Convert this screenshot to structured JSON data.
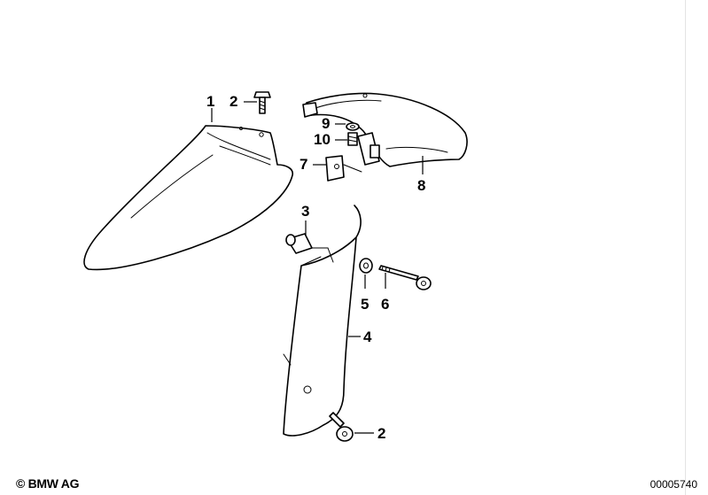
{
  "callouts": {
    "c1": "1",
    "c2a": "2",
    "c2b": "2",
    "c3": "3",
    "c4": "4",
    "c5": "5",
    "c6": "6",
    "c7": "7",
    "c8": "8",
    "c9": "9",
    "c10": "10"
  },
  "footer": {
    "copyright": "© BMW AG",
    "doc_number": "00005740"
  }
}
